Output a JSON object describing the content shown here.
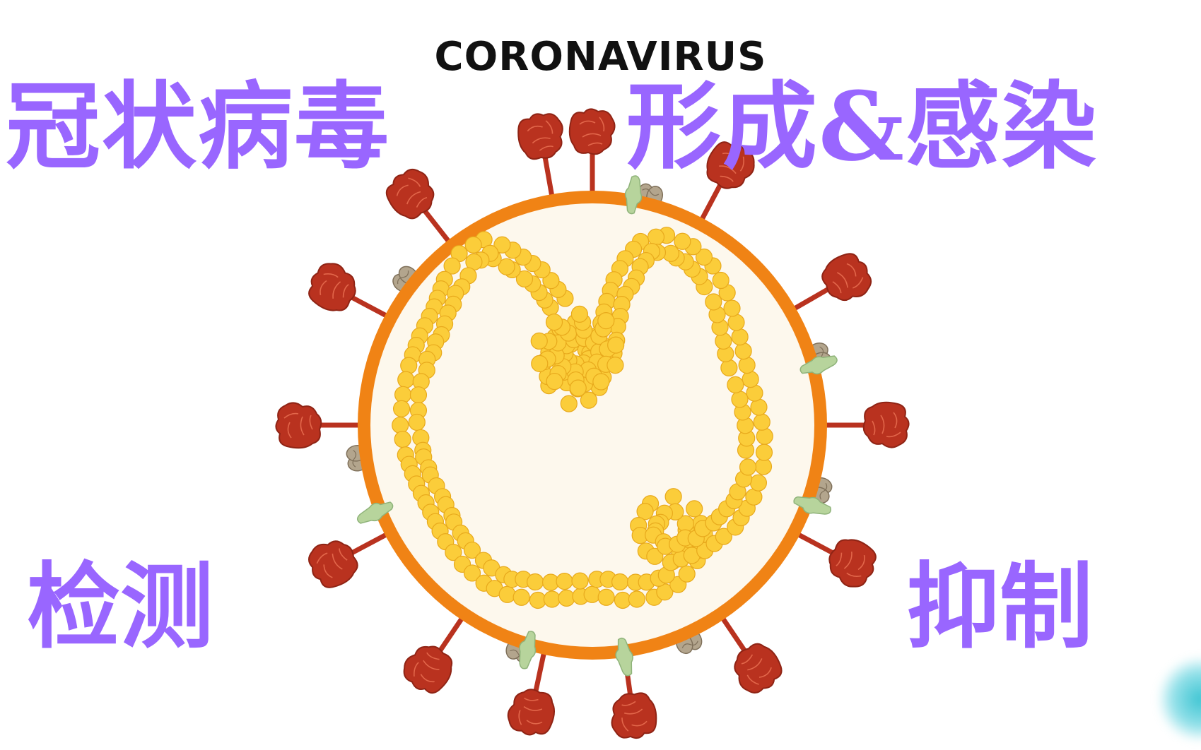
{
  "title": "CORONAVIRUS",
  "labels": {
    "top_left": "冠状病毒",
    "top_right": "形成&感染",
    "bottom_left": "检测",
    "bottom_right": "抑制"
  },
  "colors": {
    "envelope": "#f08315",
    "interior": "#fdf8ed",
    "rna_bead": "#fbcd3a",
    "rna_bead_edge": "#e8a91c",
    "spike": "#b9321f",
    "spike_dark": "#8f2415",
    "membrane_protein": "#b3a58d",
    "envelope_protein": "#b7d49c",
    "label_purple": "#9966ff",
    "title_text": "#111111"
  },
  "components": {
    "spike_icon": "spike-protein-icon",
    "membrane_protein_icon": "membrane-protein-icon",
    "envelope_protein_icon": "envelope-protein-icon",
    "rna_icon": "rna-strand-icon"
  }
}
